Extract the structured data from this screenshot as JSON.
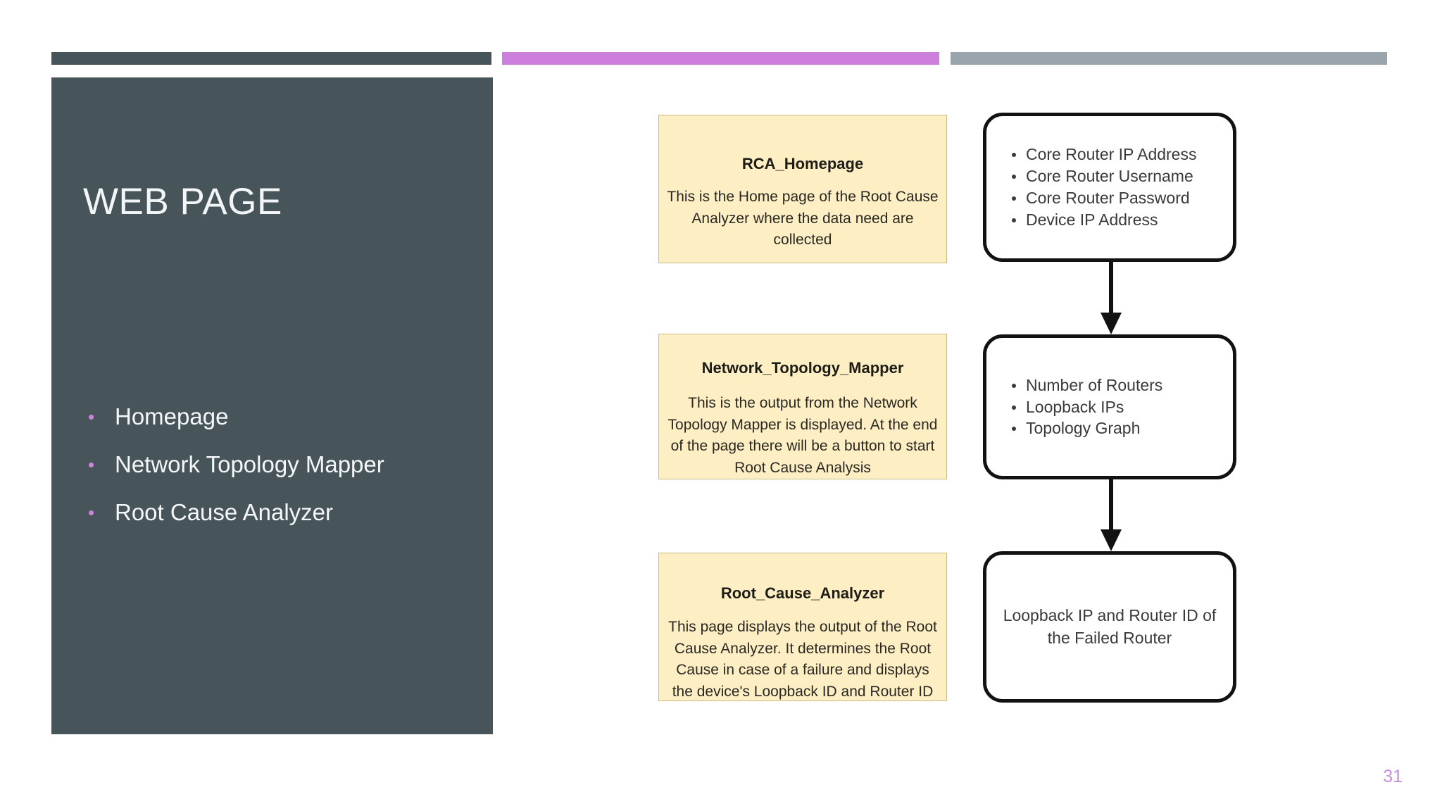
{
  "slide": {
    "title": "WEB PAGE",
    "page_number": "31"
  },
  "colors": {
    "panel_dark": "#47545a",
    "accent_purple": "#cc7fdd",
    "bar_gray": "#9aa4ab",
    "note_fill": "#fdeec3",
    "note_border": "#c9bc86",
    "flow_border": "#121212",
    "page_number": "#c58fd6"
  },
  "bullets": [
    {
      "marker": "•",
      "label": "Homepage"
    },
    {
      "marker": "•",
      "label": "Network Topology Mapper"
    },
    {
      "marker": "•",
      "label": "Root Cause Analyzer"
    }
  ],
  "notes": [
    {
      "title": "RCA_Homepage",
      "body": "This is the Home page of the Root Cause Analyzer where the data need are collected"
    },
    {
      "title": "Network_Topology_Mapper",
      "body": "This is the output from the Network Topology Mapper is displayed. At the end of the page there will be a button to start Root Cause Analysis"
    },
    {
      "title": "Root_Cause_Analyzer",
      "body": "This page displays the output of the Root Cause Analyzer. It determines the Root Cause in case of a failure and displays the device's Loopback ID and Router ID"
    }
  ],
  "flow_boxes": [
    {
      "kind": "list",
      "items": [
        "Core Router IP Address",
        "Core Router Username",
        "Core Router Password",
        "Device IP Address"
      ]
    },
    {
      "kind": "list",
      "items": [
        "Number of Routers",
        "Loopback IPs",
        "Topology Graph"
      ]
    },
    {
      "kind": "text",
      "text": "Loopback IP and Router ID of the Failed Router"
    }
  ]
}
